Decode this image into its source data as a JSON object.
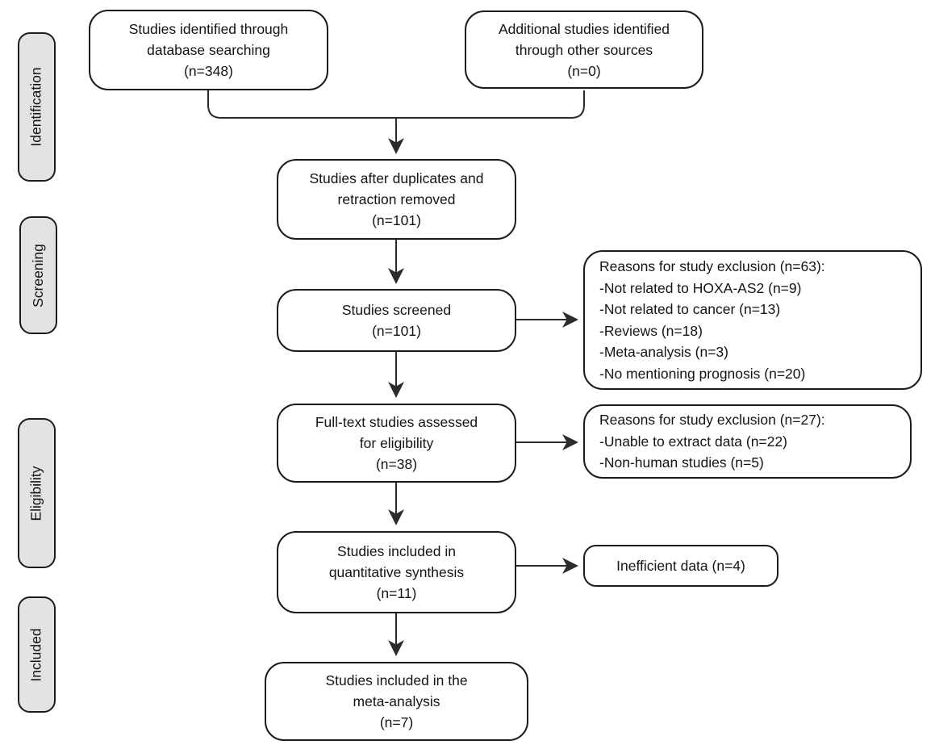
{
  "colors": {
    "background": "#ffffff",
    "box_fill": "#ffffff",
    "box_border": "#1c1c1c",
    "stage_fill": "#e3e3e3",
    "line": "#2b2b2b",
    "text": "#141414"
  },
  "sidebar": {
    "stages": [
      "Identification",
      "Screening",
      "Eligibility",
      "Included"
    ]
  },
  "boxes": {
    "identified_db": {
      "lines": [
        "Studies identified through",
        "database searching",
        "(n=348)"
      ]
    },
    "identified_other": {
      "lines": [
        "Additional studies identified",
        "through other sources",
        "(n=0)"
      ]
    },
    "duplicates_removed": {
      "lines": [
        "Studies after duplicates and",
        "retraction removed",
        "(n=101)"
      ]
    },
    "screened": {
      "lines": [
        "Studies screened",
        "(n=101)"
      ]
    },
    "exclusion_screening": {
      "lines": [
        "Reasons for study exclusion (n=63):",
        "-Not related to HOXA-AS2 (n=9)",
        "-Not related to cancer (n=13)",
        "-Reviews (n=18)",
        "-Meta-analysis (n=3)",
        "-No mentioning prognosis (n=20)"
      ]
    },
    "fulltext_assessed": {
      "lines": [
        "Full-text studies assessed",
        "for eligibility",
        "(n=38)"
      ]
    },
    "exclusion_fulltext": {
      "lines": [
        "Reasons for study exclusion (n=27):",
        "-Unable to extract data (n=22)",
        "-Non-human studies (n=5)"
      ]
    },
    "quantitative_synthesis": {
      "lines": [
        "Studies included in",
        "quantitative synthesis",
        "(n=11)"
      ]
    },
    "inefficient_data": {
      "lines": [
        "Inefficient data (n=4)"
      ]
    },
    "meta_analysis": {
      "lines": [
        "Studies included in the",
        "meta-analysis",
        "(n=7)"
      ]
    }
  }
}
